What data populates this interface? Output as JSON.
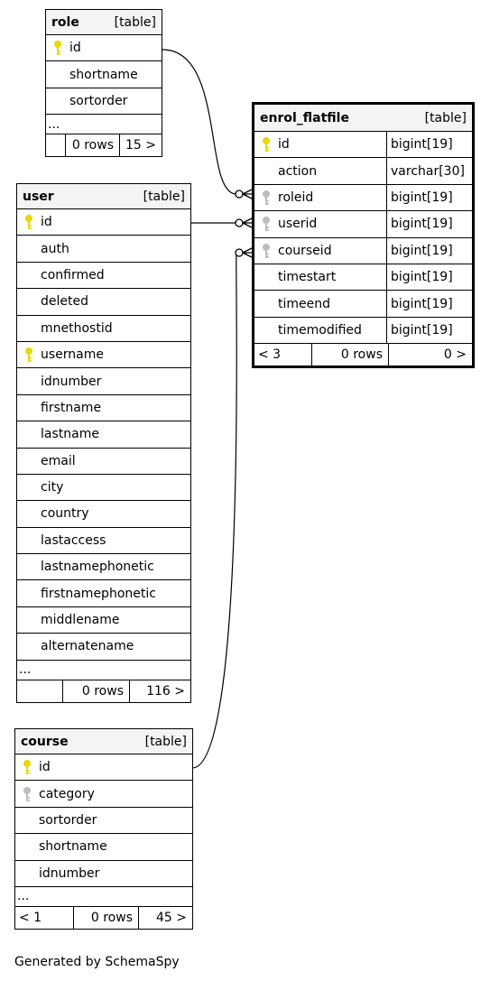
{
  "footer_text": "Generated by SchemaSpy",
  "colors": {
    "primary_key": "#e8d800",
    "foreign_key": "#bdbdbd",
    "header_bg": "#f4f4f4",
    "line": "#000000"
  },
  "tables": {
    "role": {
      "name": "role",
      "kind": "[table]",
      "columns": [
        {
          "name": "id",
          "key": "primary-key-icon"
        },
        {
          "name": "shortname",
          "key": ""
        },
        {
          "name": "sortorder",
          "key": ""
        }
      ],
      "ellipsis": "...",
      "footer": {
        "left": "",
        "rows": "0 rows",
        "right": "15 >"
      }
    },
    "enrol_flatfile": {
      "name": "enrol_flatfile",
      "kind": "[table]",
      "columns": [
        {
          "name": "id",
          "type": "bigint[19]",
          "key": "primary-key-icon"
        },
        {
          "name": "action",
          "type": "varchar[30]",
          "key": ""
        },
        {
          "name": "roleid",
          "type": "bigint[19]",
          "key": "foreign-key-icon"
        },
        {
          "name": "userid",
          "type": "bigint[19]",
          "key": "foreign-key-icon"
        },
        {
          "name": "courseid",
          "type": "bigint[19]",
          "key": "foreign-key-icon"
        },
        {
          "name": "timestart",
          "type": "bigint[19]",
          "key": ""
        },
        {
          "name": "timeend",
          "type": "bigint[19]",
          "key": ""
        },
        {
          "name": "timemodified",
          "type": "bigint[19]",
          "key": ""
        }
      ],
      "footer": {
        "left": "< 3",
        "rows": "0 rows",
        "right": "0 >"
      }
    },
    "user": {
      "name": "user",
      "kind": "[table]",
      "columns": [
        {
          "name": "id",
          "key": "primary-key-icon"
        },
        {
          "name": "auth",
          "key": ""
        },
        {
          "name": "confirmed",
          "key": ""
        },
        {
          "name": "deleted",
          "key": ""
        },
        {
          "name": "mnethostid",
          "key": ""
        },
        {
          "name": "username",
          "key": "primary-key-icon"
        },
        {
          "name": "idnumber",
          "key": ""
        },
        {
          "name": "firstname",
          "key": ""
        },
        {
          "name": "lastname",
          "key": ""
        },
        {
          "name": "email",
          "key": ""
        },
        {
          "name": "city",
          "key": ""
        },
        {
          "name": "country",
          "key": ""
        },
        {
          "name": "lastaccess",
          "key": ""
        },
        {
          "name": "lastnamephonetic",
          "key": ""
        },
        {
          "name": "firstnamephonetic",
          "key": ""
        },
        {
          "name": "middlename",
          "key": ""
        },
        {
          "name": "alternatename",
          "key": ""
        }
      ],
      "ellipsis": "...",
      "footer": {
        "left": "",
        "rows": "0 rows",
        "right": "116 >"
      }
    },
    "course": {
      "name": "course",
      "kind": "[table]",
      "columns": [
        {
          "name": "id",
          "key": "primary-key-icon"
        },
        {
          "name": "category",
          "key": "foreign-key-icon"
        },
        {
          "name": "sortorder",
          "key": ""
        },
        {
          "name": "shortname",
          "key": ""
        },
        {
          "name": "idnumber",
          "key": ""
        }
      ],
      "ellipsis": "...",
      "footer": {
        "left": "< 1",
        "rows": "0 rows",
        "right": "45 >"
      }
    }
  },
  "relationships": [
    {
      "from": "role.id",
      "to": "enrol_flatfile.roleid"
    },
    {
      "from": "user.id",
      "to": "enrol_flatfile.userid"
    },
    {
      "from": "course.id",
      "to": "enrol_flatfile.courseid"
    }
  ]
}
